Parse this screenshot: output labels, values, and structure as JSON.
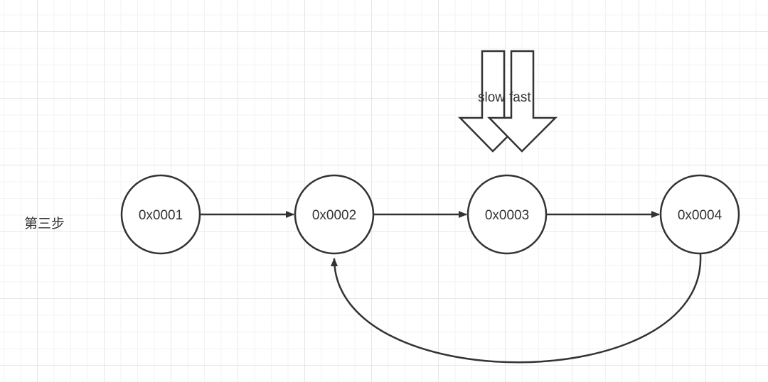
{
  "step_label": "第三步",
  "nodes": [
    {
      "id": "n1",
      "label": "0x0001"
    },
    {
      "id": "n2",
      "label": "0x0002"
    },
    {
      "id": "n3",
      "label": "0x0003"
    },
    {
      "id": "n4",
      "label": "0x0004"
    }
  ],
  "pointers": {
    "slow": "slow",
    "fast": "fast"
  },
  "colors": {
    "stroke": "#333333",
    "grid_major": "#e6e6e6",
    "grid_minor": "#f3f3f3",
    "background": "#ffffff"
  }
}
